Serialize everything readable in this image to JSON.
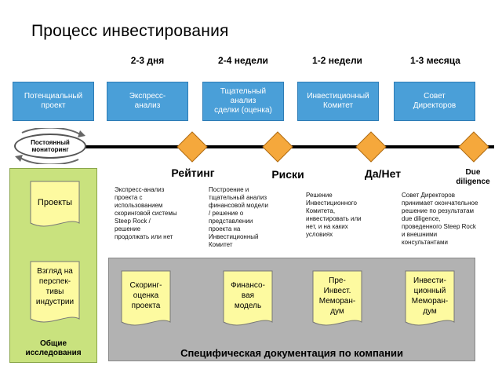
{
  "title": "Процесс инвестирования",
  "durations": [
    "2-3 дня",
    "2-4 недели",
    "1-2 недели",
    "1-3 месяца"
  ],
  "stages": [
    "Потенциальный\nпроект",
    "Экспресс-\nанализ",
    "Тщательный\nанализ\nсделки (оценка)",
    "Инвестиционный\nКомитет",
    "Совет\nДиректоров"
  ],
  "monitoring_label": "Постоянный\nмониторинг",
  "milestones": [
    "Рейтинг",
    "Риски",
    "Да/Нет",
    "Due\ndiligence"
  ],
  "descriptions": [
    "Экспресс-анализ\nпроекта с\nиспользованием\nскоринговой системы\nSteep Rock /\nрешение\nпродолжать или нет",
    "Построение и\nтщательный анализ\nфинансовой модели\n/ решение о\nпредставлении\nпроекта на\nИнвестиционный\nКомитет",
    "Решение\nИнвестиционного\nКомитета,\nинвестировать или\nнет, и на каких\nусловиях",
    "Совет Директоров\nпринимает окончательное\nрешение по результатам\ndue diligence,\nпроведенного Steep Rock\nи внешними\nконсультантами"
  ],
  "left_docs": [
    "Проекты",
    "Взгляд на\nперспек-\nтивы\nиндустрии"
  ],
  "left_caption": "Общие\nисследования",
  "company_docs": [
    "Скоринг-\nоценка\nпроекта",
    "Финансо-\nвая\nмодель",
    "Пре-\nИнвест.\nМеморан-\nдум",
    "Инвести-\nционный\nМеморан-\nдум"
  ],
  "company_caption": "Специфическая документация по компании",
  "colors": {
    "stage_fill": "#4a9fd8",
    "diamond_fill": "#f5a83c",
    "doc_fill": "#fdfaa0",
    "left_panel": "#c9e27e",
    "doc_panel": "#b2b2b2"
  }
}
